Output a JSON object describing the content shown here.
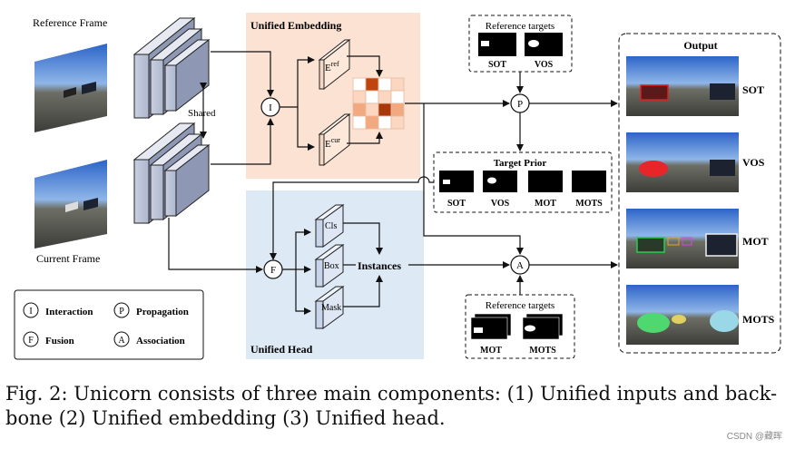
{
  "inputs": {
    "reference_frame": "Reference Frame",
    "current_frame": "Current Frame",
    "shared": "Shared"
  },
  "embedding": {
    "title": "Unified Embedding",
    "e_ref": "E",
    "e_ref_sup": "ref",
    "e_cur": "E",
    "e_cur_sup": "cur"
  },
  "head": {
    "title": "Unified Head",
    "cls": "Cls",
    "box": "Box",
    "mask": "Mask",
    "instances": "Instances"
  },
  "ops": {
    "interaction": "I",
    "propagation": "P",
    "fusion": "F",
    "association": "A"
  },
  "ref_targets_top": {
    "title": "Reference targets",
    "labels": [
      "SOT",
      "VOS"
    ]
  },
  "target_prior": {
    "title": "Target Prior",
    "labels": [
      "SOT",
      "VOS",
      "MOT",
      "MOTS"
    ]
  },
  "ref_targets_bottom": {
    "title": "Reference targets",
    "labels": [
      "MOT",
      "MOTS"
    ]
  },
  "output": {
    "title": "Output",
    "labels": [
      "SOT",
      "VOS",
      "MOT",
      "MOTS"
    ]
  },
  "legend": [
    {
      "symbol": "I",
      "text": "Interaction"
    },
    {
      "symbol": "P",
      "text": "Propagation"
    },
    {
      "symbol": "F",
      "text": "Fusion"
    },
    {
      "symbol": "A",
      "text": "Association"
    }
  ],
  "caption": {
    "line1": "Fig. 2: Unicorn consists of three main components: (1) Unified inputs and back-",
    "line2": "bone (2) Unified embedding (3) Unified head."
  },
  "watermark": "CSDN @藏晖",
  "colors": {
    "embedding_bg": "#fbe2d3",
    "head_bg": "#dde9f5",
    "heat_dark": "#c1440e",
    "heat_mid": "#f2a97f",
    "heat_light": "#fbd7c2"
  }
}
